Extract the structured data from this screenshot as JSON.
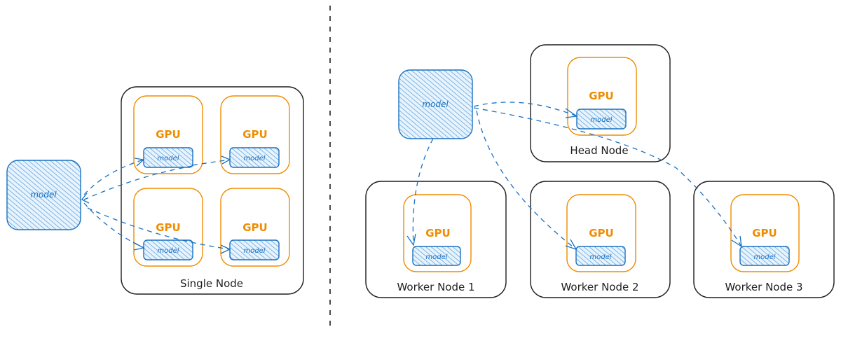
{
  "colors": {
    "node_stroke": "#1e1e1e",
    "gpu_stroke": "#f08c00",
    "model_blue": "#1971c2",
    "model_hatch_bg": "#d0ebff"
  },
  "left": {
    "title": "Single Node",
    "source_model_label": "model",
    "gpus": [
      {
        "label": "GPU",
        "model_label": "model"
      },
      {
        "label": "GPU",
        "model_label": "model"
      },
      {
        "label": "GPU",
        "model_label": "model"
      },
      {
        "label": "GPU",
        "model_label": "model"
      }
    ]
  },
  "right": {
    "source_model_label": "model",
    "nodes": [
      {
        "title": "Head Node",
        "gpu_label": "GPU",
        "model_label": "model"
      },
      {
        "title": "Worker Node 1",
        "gpu_label": "GPU",
        "model_label": "model"
      },
      {
        "title": "Worker Node 2",
        "gpu_label": "GPU",
        "model_label": "model"
      },
      {
        "title": "Worker Node 3",
        "gpu_label": "GPU",
        "model_label": "model"
      }
    ]
  }
}
